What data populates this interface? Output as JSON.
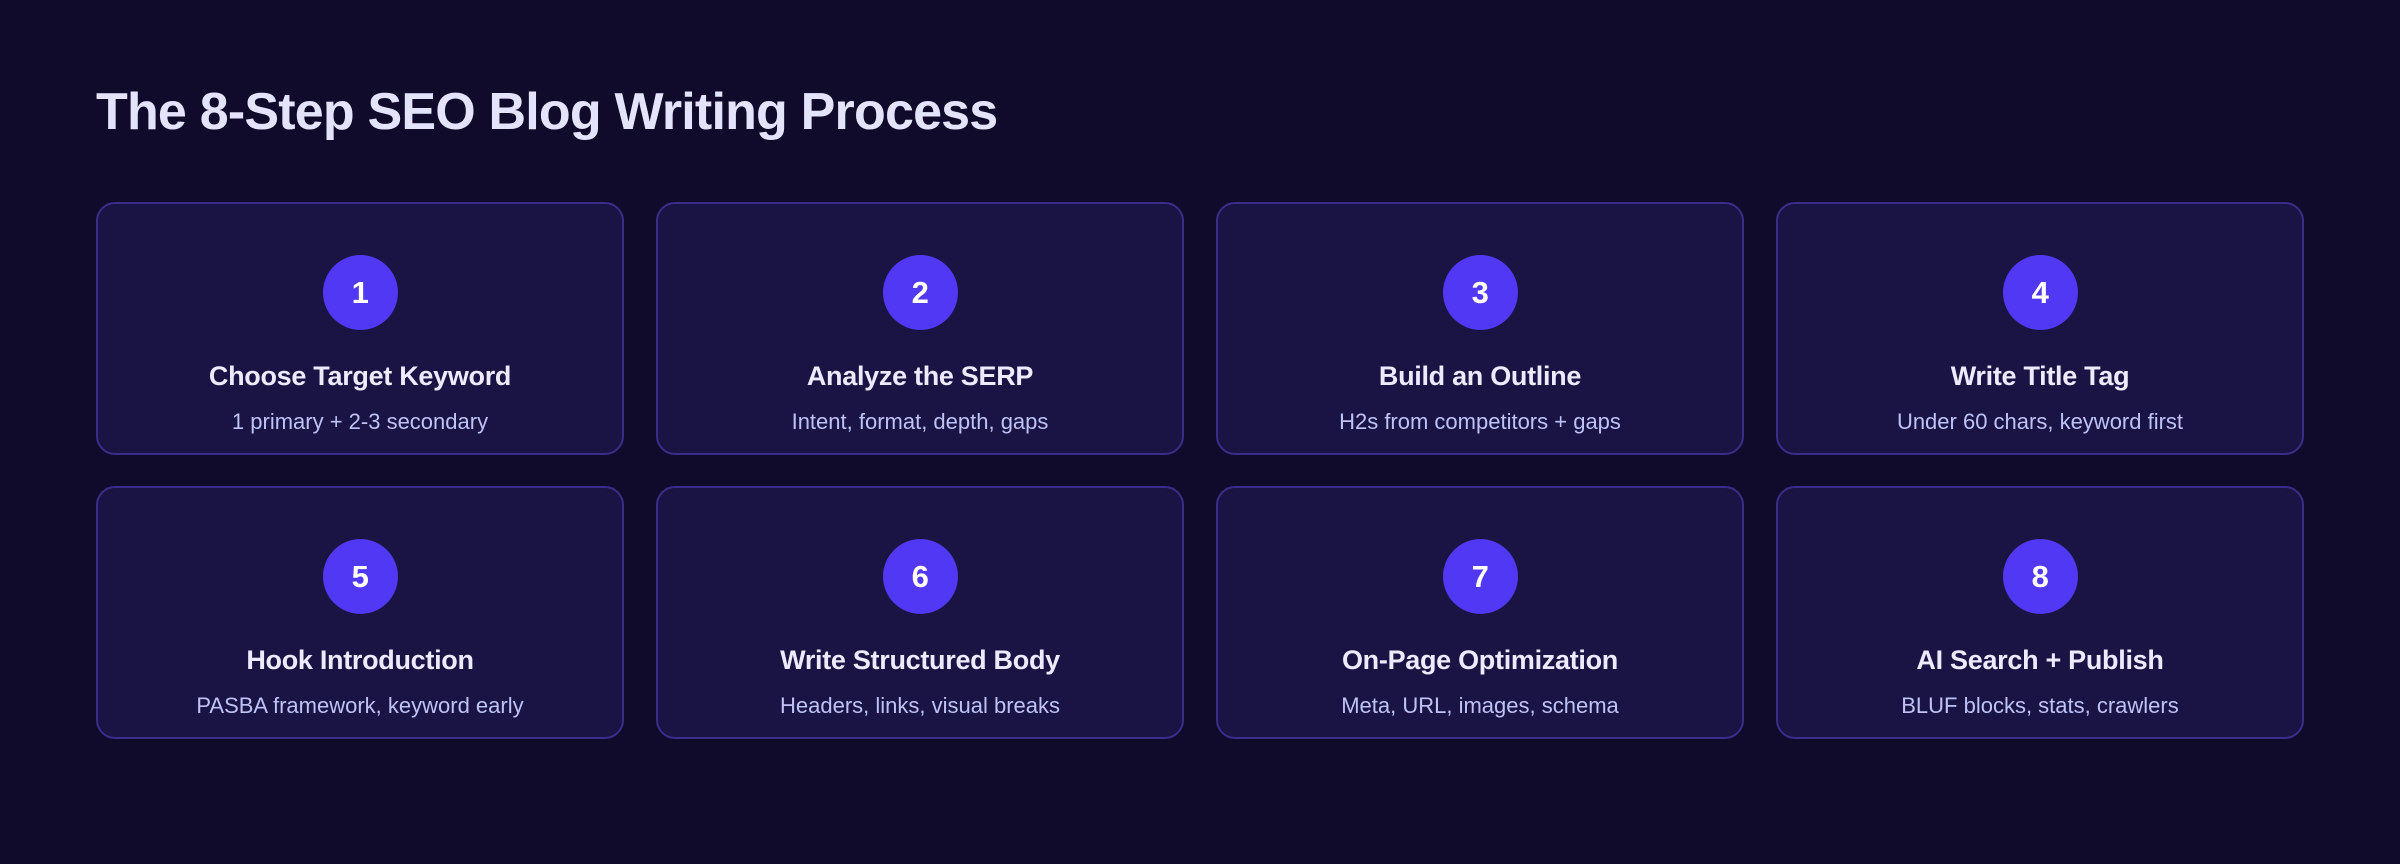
{
  "page": {
    "title": "The 8-Step SEO Blog Writing Process",
    "background_color": "#100b2b",
    "card_background_color": "#191443",
    "card_border_color": "#3a2d8a",
    "badge_color": "#5138f5",
    "title_color": "#e3e3fb",
    "description_color": "#bfc2f7"
  },
  "steps": [
    {
      "number": "1",
      "title": "Choose Target Keyword",
      "description": "1 primary + 2-3 secondary"
    },
    {
      "number": "2",
      "title": "Analyze the SERP",
      "description": "Intent, format, depth, gaps"
    },
    {
      "number": "3",
      "title": "Build an Outline",
      "description": "H2s from competitors + gaps"
    },
    {
      "number": "4",
      "title": "Write Title Tag",
      "description": "Under 60 chars, keyword first"
    },
    {
      "number": "5",
      "title": "Hook Introduction",
      "description": "PASBA framework, keyword early"
    },
    {
      "number": "6",
      "title": "Write Structured Body",
      "description": "Headers, links, visual breaks"
    },
    {
      "number": "7",
      "title": "On-Page Optimization",
      "description": "Meta, URL, images, schema"
    },
    {
      "number": "8",
      "title": "AI Search + Publish",
      "description": "BLUF blocks, stats, crawlers"
    }
  ]
}
